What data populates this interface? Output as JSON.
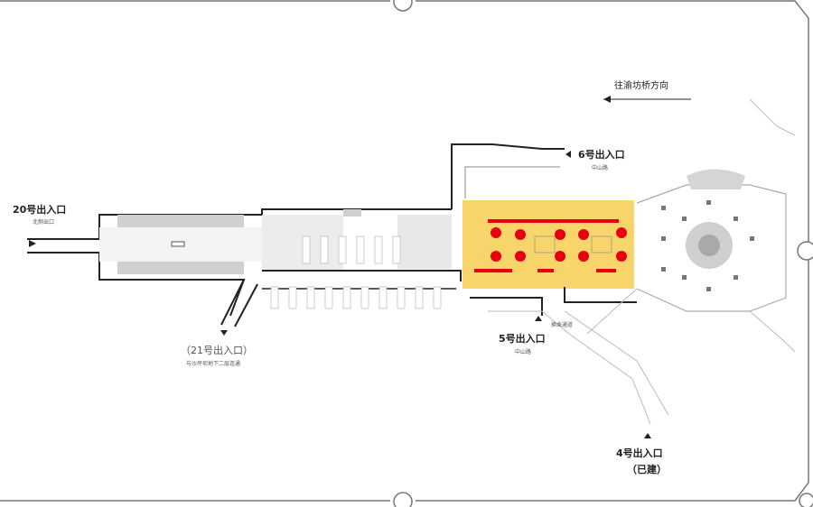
{
  "map": {
    "direction_label": "往渝坊桥方向",
    "exits": {
      "exit20": {
        "name": "20号出入口",
        "sub": "北侧出口"
      },
      "exit21": {
        "name": "（21号出入口）",
        "sub": "与沙坪坝地下二层连通"
      },
      "exit6": {
        "name": "6号出入口",
        "sub": "中山路"
      },
      "exit5": {
        "name": "5号出入口",
        "sub": "中山路",
        "passage": "换乘通道"
      },
      "exit4": {
        "name": "4号出入口",
        "sub": "（已建）"
      }
    },
    "colors": {
      "highlight": "#f7d56a",
      "marker": "#e60012",
      "wall": "#222222",
      "corridor": "#d9d9d9",
      "floor": "#efefef"
    }
  }
}
